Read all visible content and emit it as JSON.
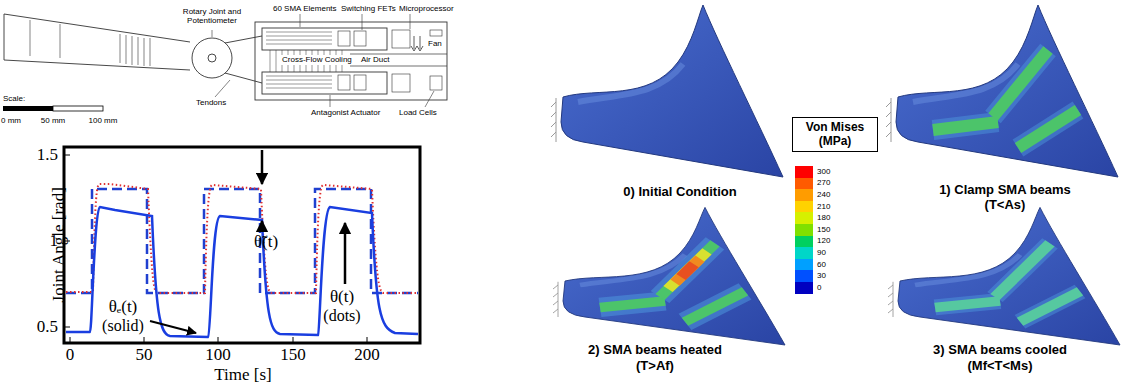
{
  "diagram": {
    "nodes": [
      {
        "text": [
          "Von Mises (MPa)"
        ]
      }
    ],
    "labels": [
      "Rotary Joint and Potentiometer",
      "60 SMA Elements",
      "Switching FETs",
      "Microprocessor",
      "Fan",
      "Cross-Flow Cooling",
      "Air Duct",
      "Tendons",
      "Antagonist Actuator",
      "Load Cells",
      "Scale:",
      "0 mm",
      "50 mm",
      "100 mm",
      "1.5",
      "1",
      "0.5",
      "0",
      "50",
      "100",
      "150",
      "200",
      "Joint Angle [rad]",
      "Time [s]",
      "θₑ(t)",
      "(solid)",
      "θ̃(t)",
      "θ(t)",
      "(dots)",
      "0) Initial Condition",
      "1) Clamp SMA beams",
      "(T<As)",
      "2) SMA beams heated",
      "(T>Af)",
      "3) SMA beams cooled",
      "(Mf<T<Ms)"
    ],
    "legend": [
      {
        "text": "300",
        "color": "#ff0000"
      },
      {
        "text": "270",
        "color": "#ff5a00"
      },
      {
        "text": "240",
        "color": "#ff9c00"
      },
      {
        "text": "210",
        "color": "#ffd200"
      },
      {
        "text": "180",
        "color": "#d6f000"
      },
      {
        "text": "150",
        "color": "#80e000"
      },
      {
        "text": "120",
        "color": "#00d060"
      },
      {
        "text": "90",
        "color": "#00d6c8"
      },
      {
        "text": "60",
        "color": "#00a0ff"
      },
      {
        "text": "30",
        "color": "#0050ff"
      },
      {
        "text": "0",
        "color": "#0000c0"
      }
    ]
  }
}
